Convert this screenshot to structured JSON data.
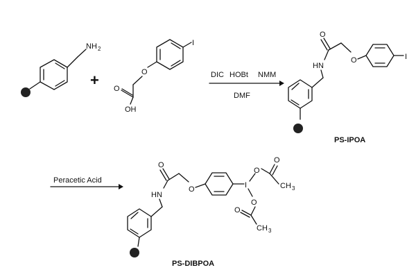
{
  "scheme": {
    "step1": {
      "reagents_top": [
        "DIC",
        "HOBt",
        "NMM"
      ],
      "solvent": "DMF",
      "plus": "+"
    },
    "step2": {
      "reagent": "Peracetic Acid"
    },
    "products": {
      "product1": "PS-IPOA",
      "product2": "PS-DIBPOA"
    },
    "atom_labels": {
      "amine_N": "NH",
      "amine_sub": "2",
      "iodo": "I",
      "oxygen": "O",
      "hydroxyl": "OH",
      "amide_NH": "HN",
      "acetyl_C": "CH",
      "acetyl_sub": "3"
    }
  }
}
